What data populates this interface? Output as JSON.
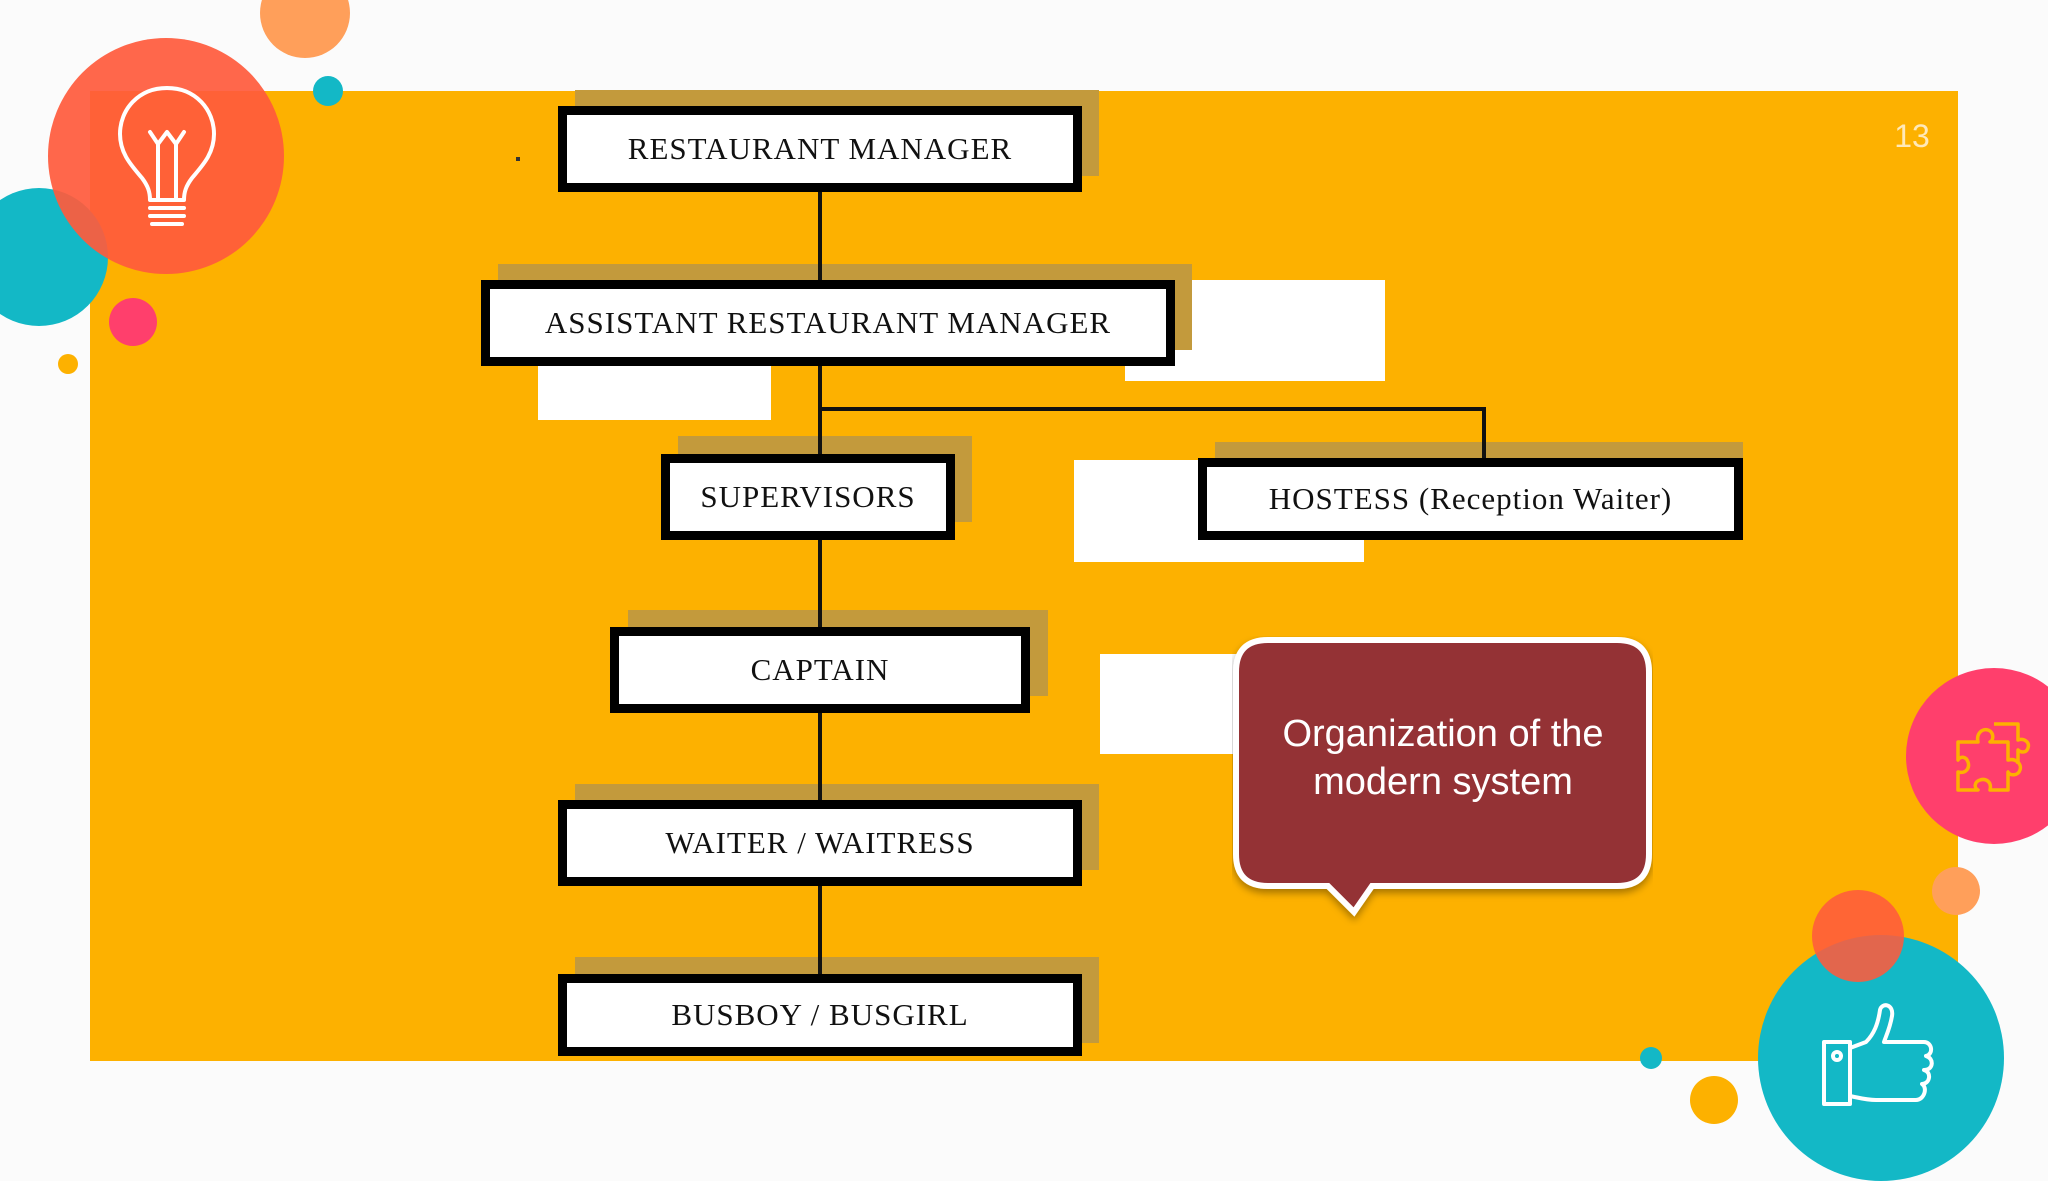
{
  "slide": {
    "number": "13"
  },
  "chart_data": {
    "type": "org-chart",
    "nodes": [
      {
        "id": "restaurant_manager",
        "label": "RESTAURANT MANAGER"
      },
      {
        "id": "assistant_manager",
        "label": "ASSISTANT RESTAURANT MANAGER"
      },
      {
        "id": "supervisors",
        "label": "SUPERVISORS"
      },
      {
        "id": "hostess",
        "label": "HOSTESS (Reception Waiter)"
      },
      {
        "id": "captain",
        "label": "CAPTAIN"
      },
      {
        "id": "waiter",
        "label": "WAITER / WAITRESS"
      },
      {
        "id": "busboy",
        "label": "BUSBOY / BUSGIRL"
      }
    ],
    "edges": [
      [
        "restaurant_manager",
        "assistant_manager"
      ],
      [
        "assistant_manager",
        "supervisors"
      ],
      [
        "assistant_manager",
        "hostess"
      ],
      [
        "supervisors",
        "captain"
      ],
      [
        "captain",
        "waiter"
      ],
      [
        "waiter",
        "busboy"
      ]
    ]
  },
  "callout": {
    "text": "Organization of the modern system"
  },
  "icons": [
    "lightbulb-icon",
    "puzzle-icon",
    "thumbs-up-icon"
  ],
  "colors": {
    "panel": "#fdb100",
    "callout": "#943036",
    "coral": "#ff5a3c",
    "teal": "#13b8c6",
    "pink": "#ff3f6c"
  }
}
